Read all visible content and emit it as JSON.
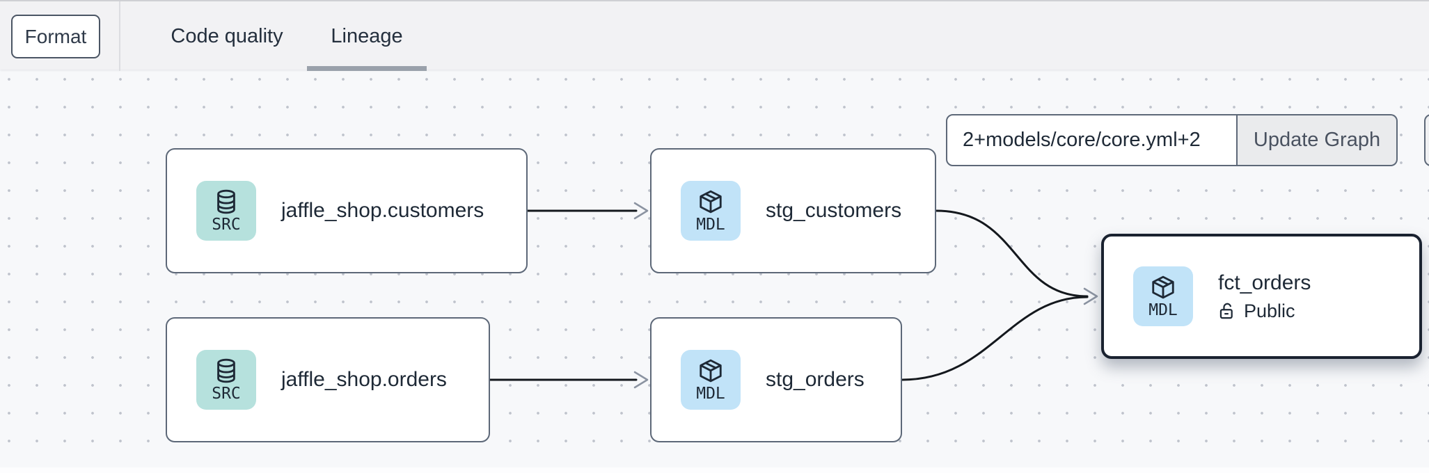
{
  "header": {
    "format_button": "Format",
    "tabs": [
      {
        "label": "Code quality",
        "active": false
      },
      {
        "label": "Lineage",
        "active": true
      }
    ]
  },
  "lineage_controls": {
    "selector_input_value": "2+models/core/core.yml+2",
    "update_graph_button": "Update Graph"
  },
  "graph": {
    "nodes": [
      {
        "label": "jaffle_shop.customers",
        "badge": "SRC",
        "kind": "source",
        "icon": "database-icon",
        "selected": false
      },
      {
        "label": "stg_customers",
        "badge": "MDL",
        "kind": "model",
        "icon": "package-icon",
        "selected": false
      },
      {
        "label": "jaffle_shop.orders",
        "badge": "SRC",
        "kind": "source",
        "icon": "database-icon",
        "selected": false
      },
      {
        "label": "stg_orders",
        "badge": "MDL",
        "kind": "model",
        "icon": "package-icon",
        "selected": false
      },
      {
        "label": "fct_orders",
        "badge": "MDL",
        "kind": "model",
        "icon": "package-icon",
        "access_label": "Public",
        "access_icon": "lock-open-icon",
        "selected": true
      }
    ],
    "edges": [
      {
        "from": "jaffle_shop.customers",
        "to": "stg_customers"
      },
      {
        "from": "jaffle_shop.orders",
        "to": "stg_orders"
      },
      {
        "from": "stg_customers",
        "to": "fct_orders"
      },
      {
        "from": "stg_orders",
        "to": "fct_orders"
      }
    ]
  },
  "colors": {
    "source_badge_bg": "#b6e1dd",
    "model_badge_bg": "#c1e3f8",
    "node_border": "#5d6878",
    "selected_node_border": "#1a2230",
    "edge": "#14181d",
    "arrowhead": "#8b93a1",
    "text_primary": "#1e2936",
    "topbar_bg": "#f2f2f4",
    "canvas_bg": "#f7f8fa",
    "tab_underline": "#9aa1ab"
  }
}
